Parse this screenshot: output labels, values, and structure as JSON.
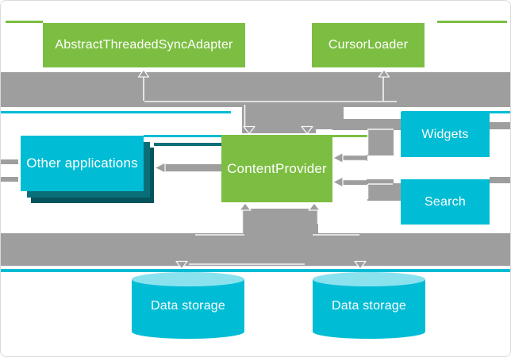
{
  "diagram": {
    "description": "Android ContentProvider architecture diagram",
    "nodes": {
      "abstract_threaded_sync_adapter": {
        "label": "AbstractThreadedSyncAdapter",
        "color": "#7CBE42",
        "shape": "box"
      },
      "cursor_loader": {
        "label": "CursorLoader",
        "color": "#7CBE42",
        "shape": "box"
      },
      "content_provider": {
        "label": "ContentProvider",
        "color": "#7CBE42",
        "shape": "box"
      },
      "other_applications": {
        "label": "Other applications",
        "color": "#00BCD4",
        "shape": "stacked-box"
      },
      "widgets": {
        "label": "Widgets",
        "color": "#00BCD4",
        "shape": "box"
      },
      "search": {
        "label": "Search",
        "color": "#00BCD4",
        "shape": "box"
      },
      "data_storage_left": {
        "label": "Data storage",
        "color": "#00BCD4",
        "shape": "cylinder"
      },
      "data_storage_right": {
        "label": "Data storage",
        "color": "#00BCD4",
        "shape": "cylinder"
      }
    },
    "edges": [
      {
        "from": "abstract_threaded_sync_adapter",
        "to": "content_provider",
        "bidirectional": true
      },
      {
        "from": "cursor_loader",
        "to": "content_provider",
        "bidirectional": true
      },
      {
        "from": "content_provider",
        "to": "other_applications",
        "bidirectional": false
      },
      {
        "from": "widgets",
        "to": "content_provider",
        "bidirectional": false
      },
      {
        "from": "search",
        "to": "content_provider",
        "bidirectional": false
      },
      {
        "from": "content_provider",
        "to": "data_storage_left",
        "bidirectional": true
      },
      {
        "from": "content_provider",
        "to": "data_storage_right",
        "bidirectional": true
      }
    ],
    "colors": {
      "green": "#7CBE42",
      "cyan": "#00BCD4",
      "cyan_light": "#8AE2EF",
      "teal_mid": "#0A6E79",
      "teal_dark": "#05535C",
      "arrow_gray": "#9E9E9E",
      "background": "#FFFFFF",
      "border": "#D9DBDF"
    }
  }
}
